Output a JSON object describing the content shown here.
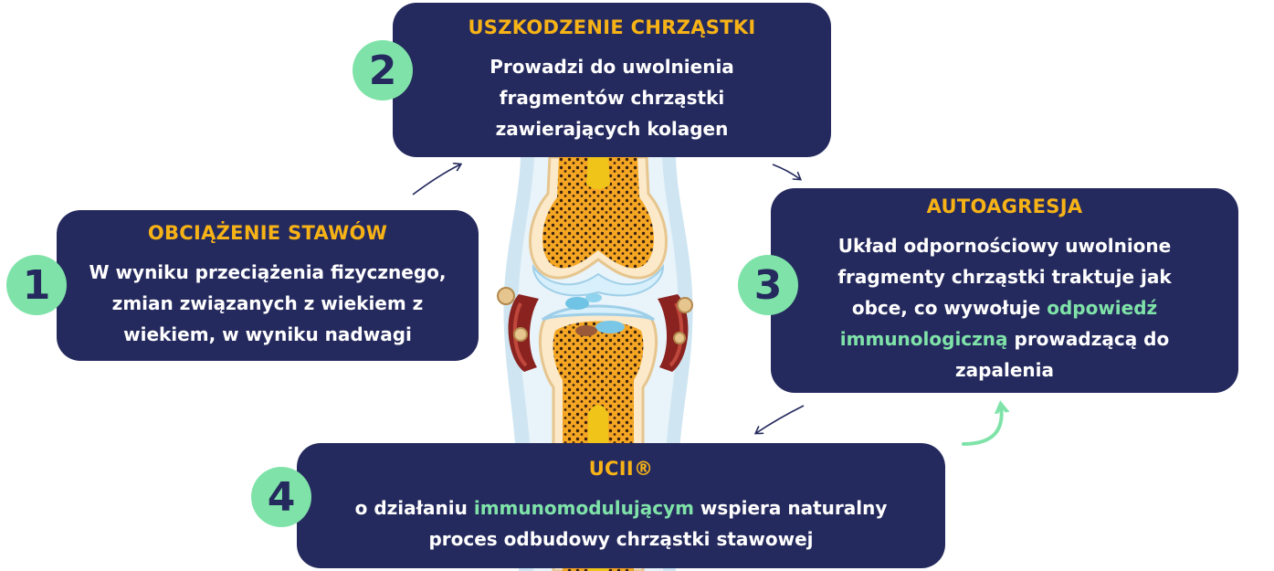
{
  "colors": {
    "navy": "#252a5e",
    "accent": "#f7b316",
    "green": "#7fe3a9"
  },
  "steps": [
    {
      "number": "1",
      "title": "OBCIĄŻENIE STAWÓW",
      "text": "W wyniku przeciążenia fizycznego, zmian związanych z wiekiem  z wiekiem, w wyniku nadwagi"
    },
    {
      "number": "2",
      "title": "USZKODZENIE CHRZĄSTKI",
      "text": "Prowadzi do uwolnienia fragmentów chrząstki zawierających kolagen"
    },
    {
      "number": "3",
      "title": "AUTOAGRESJA",
      "text_before": "Układ odpornościowy uwolnione fragmenty chrząstki traktuje jak obce, co wywołuje",
      "highlight": "odpowiedź immunologiczną",
      "text_after": "prowadzącą do zapalenia"
    },
    {
      "number": "4",
      "title": "UCII®",
      "text_before": "o działaniu",
      "highlight": "immunomodulującym",
      "text_after": "wspiera naturalny proces odbudowy chrząstki stawowej"
    }
  ],
  "illustration": {
    "icon": "knee-joint-icon"
  }
}
